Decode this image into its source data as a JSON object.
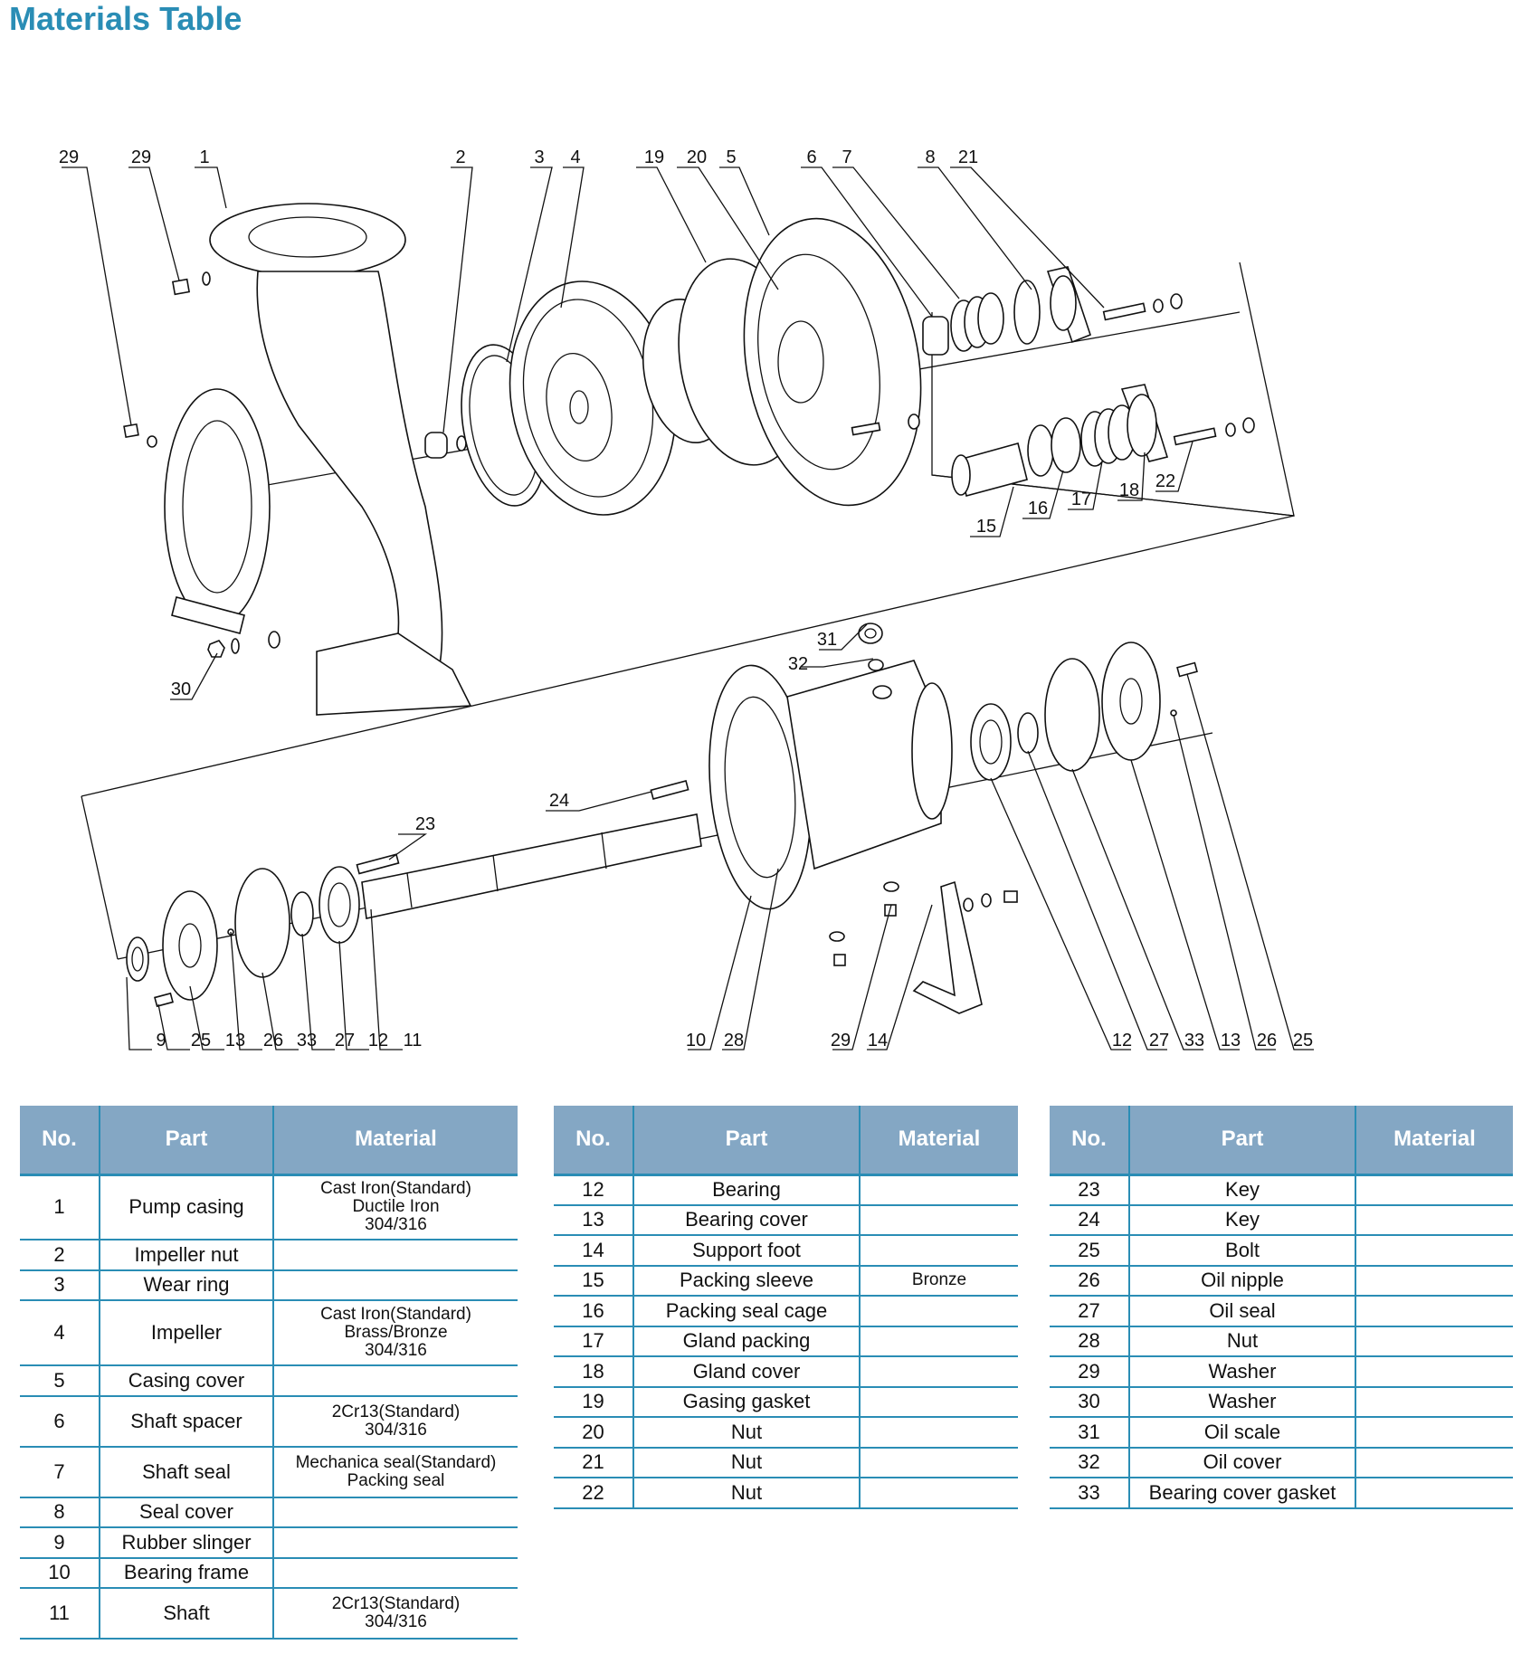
{
  "page": {
    "title": "Materials Table"
  },
  "diagram": {
    "description": "Exploded view of end-suction centrifugal pump",
    "callouts_top": [
      "29",
      "29",
      "1",
      "2",
      "3",
      "4",
      "19",
      "20",
      "5",
      "6",
      "7",
      "8",
      "21"
    ],
    "callouts_seal": [
      "15",
      "16",
      "17",
      "18",
      "22"
    ],
    "callouts_mid": [
      "30",
      "31",
      "32",
      "23",
      "24"
    ],
    "callouts_bottom": [
      "9",
      "25",
      "13",
      "26",
      "33",
      "27",
      "12",
      "11",
      "10",
      "28",
      "29",
      "14",
      "12",
      "27",
      "33",
      "13",
      "26",
      "25"
    ]
  },
  "table_headers": {
    "no": "No.",
    "part": "Part",
    "material": "Material"
  },
  "tables": [
    {
      "rows": [
        {
          "no": "1",
          "part": "Pump casing",
          "material": [
            "Cast Iron(Standard)",
            "Ductile Iron",
            "304/316"
          ]
        },
        {
          "no": "2",
          "part": "Impeller nut",
          "material": []
        },
        {
          "no": "3",
          "part": "Wear ring",
          "material": []
        },
        {
          "no": "4",
          "part": "Impeller",
          "material": [
            "Cast Iron(Standard)",
            "Brass/Bronze",
            "304/316"
          ]
        },
        {
          "no": "5",
          "part": "Casing cover",
          "material": []
        },
        {
          "no": "6",
          "part": "Shaft spacer",
          "material": [
            "2Cr13(Standard)",
            "304/316"
          ]
        },
        {
          "no": "7",
          "part": "Shaft seal",
          "material": [
            "Mechanica seal(Standard)",
            "Packing seal"
          ]
        },
        {
          "no": "8",
          "part": "Seal cover",
          "material": []
        },
        {
          "no": "9",
          "part": "Rubber slinger",
          "material": []
        },
        {
          "no": "10",
          "part": "Bearing frame",
          "material": []
        },
        {
          "no": "11",
          "part": "Shaft",
          "material": [
            "2Cr13(Standard)",
            "304/316"
          ]
        }
      ]
    },
    {
      "rows": [
        {
          "no": "12",
          "part": "Bearing",
          "material": []
        },
        {
          "no": "13",
          "part": "Bearing cover",
          "material": []
        },
        {
          "no": "14",
          "part": "Support foot",
          "material": []
        },
        {
          "no": "15",
          "part": "Packing sleeve",
          "material": [
            "Bronze"
          ]
        },
        {
          "no": "16",
          "part": "Packing seal cage",
          "material": []
        },
        {
          "no": "17",
          "part": "Gland packing",
          "material": []
        },
        {
          "no": "18",
          "part": "Gland cover",
          "material": []
        },
        {
          "no": "19",
          "part": "Gasing gasket",
          "material": []
        },
        {
          "no": "20",
          "part": "Nut",
          "material": []
        },
        {
          "no": "21",
          "part": "Nut",
          "material": []
        },
        {
          "no": "22",
          "part": "Nut",
          "material": []
        }
      ]
    },
    {
      "rows": [
        {
          "no": "23",
          "part": "Key",
          "material": []
        },
        {
          "no": "24",
          "part": "Key",
          "material": []
        },
        {
          "no": "25",
          "part": "Bolt",
          "material": []
        },
        {
          "no": "26",
          "part": "Oil nipple",
          "material": []
        },
        {
          "no": "27",
          "part": "Oil seal",
          "material": []
        },
        {
          "no": "28",
          "part": "Nut",
          "material": []
        },
        {
          "no": "29",
          "part": "Washer",
          "material": []
        },
        {
          "no": "30",
          "part": "Washer",
          "material": []
        },
        {
          "no": "31",
          "part": "Oil scale",
          "material": []
        },
        {
          "no": "32",
          "part": "Oil cover",
          "material": []
        },
        {
          "no": "33",
          "part": "Bearing cover gasket",
          "material": []
        }
      ]
    }
  ],
  "colors": {
    "title": "#2a8db5",
    "header_bg": "#84a7c4",
    "rule": "#2a8db5"
  }
}
